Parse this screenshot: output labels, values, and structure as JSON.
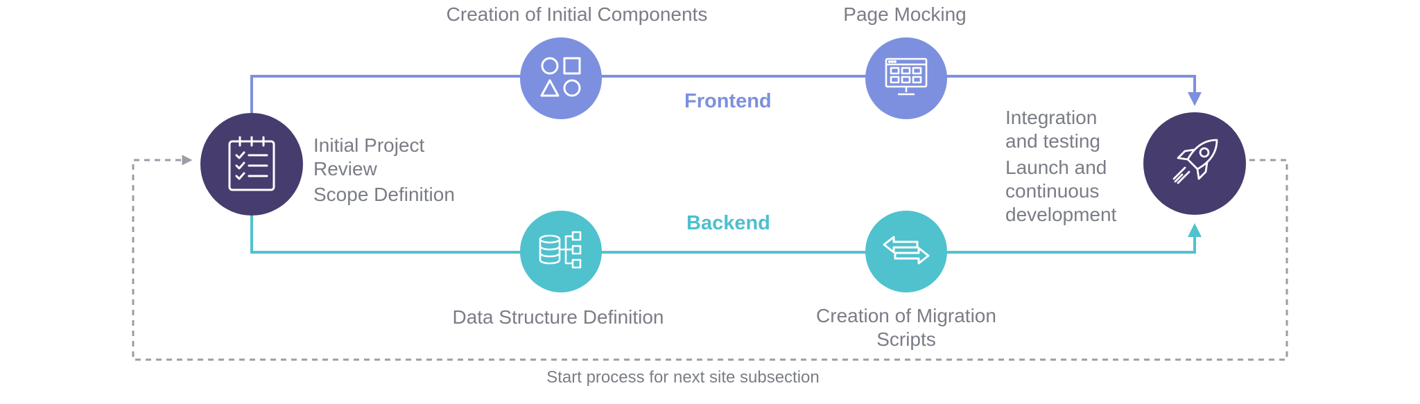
{
  "diagram": {
    "tracks": {
      "frontend_label": "Frontend",
      "backend_label": "Backend"
    },
    "steps": {
      "initial_review": [
        "Initial Project",
        "Review",
        "Scope Definition"
      ],
      "components": "Creation of Initial Components",
      "page_mocking": "Page Mocking",
      "data_structure": "Data Structure Definition",
      "migration": [
        "Creation of Migration",
        "Scripts"
      ],
      "integration": [
        "Integration",
        "and testing",
        "Launch and",
        "continuous",
        "development"
      ]
    },
    "loop_label": "Start process for next site subsection",
    "icons": {
      "initial_review": "checklist-icon",
      "components": "shapes-icon",
      "page_mocking": "monitor-grid-icon",
      "data_structure": "database-structure-icon",
      "migration": "swap-arrows-icon",
      "launch": "rocket-icon"
    },
    "colors": {
      "frontend": "#7d90df",
      "backend": "#4fc2ce",
      "milestone": "#463c6e",
      "loop": "#9a9da5",
      "text": "#7a7d86"
    }
  }
}
